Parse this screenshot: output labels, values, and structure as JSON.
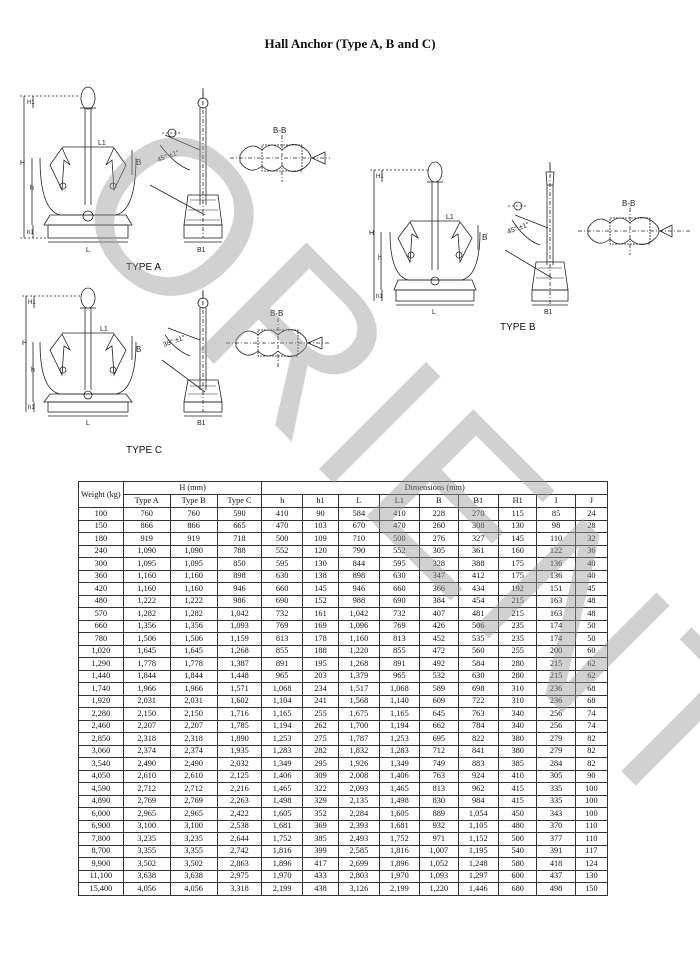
{
  "document": {
    "title": "Hall Anchor (Type A, B and C)",
    "watermark": "ORIENT",
    "figures": {
      "type_a_label": "TYPE A",
      "type_b_label": "TYPE B",
      "type_c_label": "TYPE C",
      "dims": {
        "H": "H",
        "H1": "H1",
        "h": "h",
        "h1": "h1",
        "L": "L",
        "L1": "L1",
        "B": "B",
        "B1": "B1",
        "section": "B-B",
        "angle_45": "45° ±1°",
        "angle_38": "38° ±1°"
      }
    }
  },
  "table": {
    "headers": {
      "weight": "Weight (kg)",
      "H_group": "H (mm)",
      "dims_group": "Dimensions (mm)",
      "type_a": "Type A",
      "type_b": "Type B",
      "type_c": "Type C",
      "h": "h",
      "h1": "h1",
      "L": "L",
      "L1": "L1",
      "B": "B",
      "B1": "B1",
      "H1": "H1",
      "I": "I",
      "J": "J"
    },
    "rows": [
      [
        "100",
        "760",
        "760",
        "590",
        "410",
        "90",
        "584",
        "410",
        "228",
        "270",
        "115",
        "85",
        "24"
      ],
      [
        "150",
        "866",
        "866",
        "665",
        "470",
        "103",
        "670",
        "470",
        "260",
        "308",
        "130",
        "98",
        "28"
      ],
      [
        "180",
        "919",
        "919",
        "718",
        "500",
        "109",
        "710",
        "500",
        "276",
        "327",
        "145",
        "110",
        "32"
      ],
      [
        "240",
        "1,090",
        "1,090",
        "788",
        "552",
        "120",
        "790",
        "552",
        "305",
        "361",
        "160",
        "122",
        "36"
      ],
      [
        "300",
        "1,095",
        "1,095",
        "850",
        "595",
        "130",
        "844",
        "595",
        "328",
        "388",
        "175",
        "136",
        "40"
      ],
      [
        "360",
        "1,160",
        "1,160",
        "898",
        "630",
        "138",
        "898",
        "630",
        "347",
        "412",
        "175",
        "136",
        "40"
      ],
      [
        "420",
        "1,160",
        "1,160",
        "946",
        "660",
        "145",
        "946",
        "660",
        "366",
        "434",
        "192",
        "151",
        "45"
      ],
      [
        "480",
        "1,222",
        "1,222",
        "986",
        "690",
        "152",
        "988",
        "690",
        "384",
        "454",
        "215",
        "163",
        "48"
      ],
      [
        "570",
        "1,282",
        "1,282",
        "1,042",
        "732",
        "161",
        "1,042",
        "732",
        "407",
        "481",
        "215",
        "163",
        "48"
      ],
      [
        "660",
        "1,356",
        "1,356",
        "1,093",
        "769",
        "169",
        "1,096",
        "769",
        "426",
        "506",
        "235",
        "174",
        "50"
      ],
      [
        "780",
        "1,506",
        "1,506",
        "1,159",
        "813",
        "178",
        "1,160",
        "813",
        "452",
        "535",
        "235",
        "174",
        "50"
      ],
      [
        "1,020",
        "1,645",
        "1,645",
        "1,268",
        "855",
        "188",
        "1,220",
        "855",
        "472",
        "560",
        "255",
        "200",
        "60"
      ],
      [
        "1,290",
        "1,778",
        "1,778",
        "1,387",
        "891",
        "195",
        "1,268",
        "891",
        "492",
        "584",
        "280",
        "215",
        "62"
      ],
      [
        "1,440",
        "1,844",
        "1,844",
        "1,448",
        "965",
        "203",
        "1,379",
        "965",
        "532",
        "630",
        "280",
        "215",
        "62"
      ],
      [
        "1,740",
        "1,966",
        "1,966",
        "1,571",
        "1,068",
        "234",
        "1,517",
        "1,068",
        "589",
        "698",
        "310",
        "236",
        "68"
      ],
      [
        "1,920",
        "2,031",
        "2,031",
        "1,602",
        "1,104",
        "241",
        "1,568",
        "1,140",
        "609",
        "722",
        "310",
        "236",
        "68"
      ],
      [
        "2,280",
        "2,150",
        "2,150",
        "1,716",
        "1,165",
        "255",
        "1,675",
        "1,165",
        "645",
        "763",
        "340",
        "256",
        "74"
      ],
      [
        "2,460",
        "2,207",
        "2,207",
        "1,785",
        "1,194",
        "262",
        "1,700",
        "1,194",
        "662",
        "784",
        "340",
        "256",
        "74"
      ],
      [
        "2,850",
        "2,318",
        "2,318",
        "1,890",
        "1,253",
        "275",
        "1,787",
        "1,253",
        "695",
        "822",
        "380",
        "279",
        "82"
      ],
      [
        "3,060",
        "2,374",
        "2,374",
        "1,935",
        "1,283",
        "282",
        "1,832",
        "1,283",
        "712",
        "841",
        "380",
        "279",
        "82"
      ],
      [
        "3,540",
        "2,490",
        "2,490",
        "2,032",
        "1,349",
        "295",
        "1,926",
        "1,349",
        "749",
        "883",
        "385",
        "284",
        "82"
      ],
      [
        "4,050",
        "2,610",
        "2,610",
        "2,125",
        "1,406",
        "309",
        "2,008",
        "1,406",
        "763",
        "924",
        "410",
        "305",
        "90"
      ],
      [
        "4,590",
        "2,712",
        "2,712",
        "2,216",
        "1,465",
        "322",
        "2,093",
        "1,465",
        "813",
        "962",
        "415",
        "335",
        "100"
      ],
      [
        "4,890",
        "2,769",
        "2,769",
        "2,263",
        "1,498",
        "329",
        "2,135",
        "1,498",
        "830",
        "984",
        "415",
        "335",
        "100"
      ],
      [
        "6,000",
        "2,965",
        "2,965",
        "2,422",
        "1,605",
        "352",
        "2,284",
        "1,605",
        "889",
        "1,054",
        "450",
        "343",
        "100"
      ],
      [
        "6,900",
        "3,100",
        "3,100",
        "2,538",
        "1,681",
        "369",
        "2,393",
        "1,681",
        "932",
        "1,105",
        "480",
        "370",
        "110"
      ],
      [
        "7,800",
        "3,235",
        "3,235",
        "2,644",
        "1,752",
        "385",
        "2,493",
        "1,752",
        "971",
        "1,152",
        "500",
        "377",
        "110"
      ],
      [
        "8,700",
        "3,355",
        "3,355",
        "2,742",
        "1,816",
        "399",
        "2,585",
        "1,816",
        "1,007",
        "1,195",
        "540",
        "391",
        "117"
      ],
      [
        "9,900",
        "3,502",
        "3,502",
        "2,863",
        "1,896",
        "417",
        "2,699",
        "1,896",
        "1,052",
        "1,248",
        "580",
        "418",
        "124"
      ],
      [
        "11,100",
        "3,638",
        "3,638",
        "2,975",
        "1,970",
        "433",
        "2,803",
        "1,970",
        "1,093",
        "1,297",
        "600",
        "437",
        "130"
      ],
      [
        "15,400",
        "4,056",
        "4,056",
        "3,318",
        "2,199",
        "438",
        "3,126",
        "2,199",
        "1,220",
        "1,446",
        "680",
        "498",
        "150"
      ]
    ]
  }
}
